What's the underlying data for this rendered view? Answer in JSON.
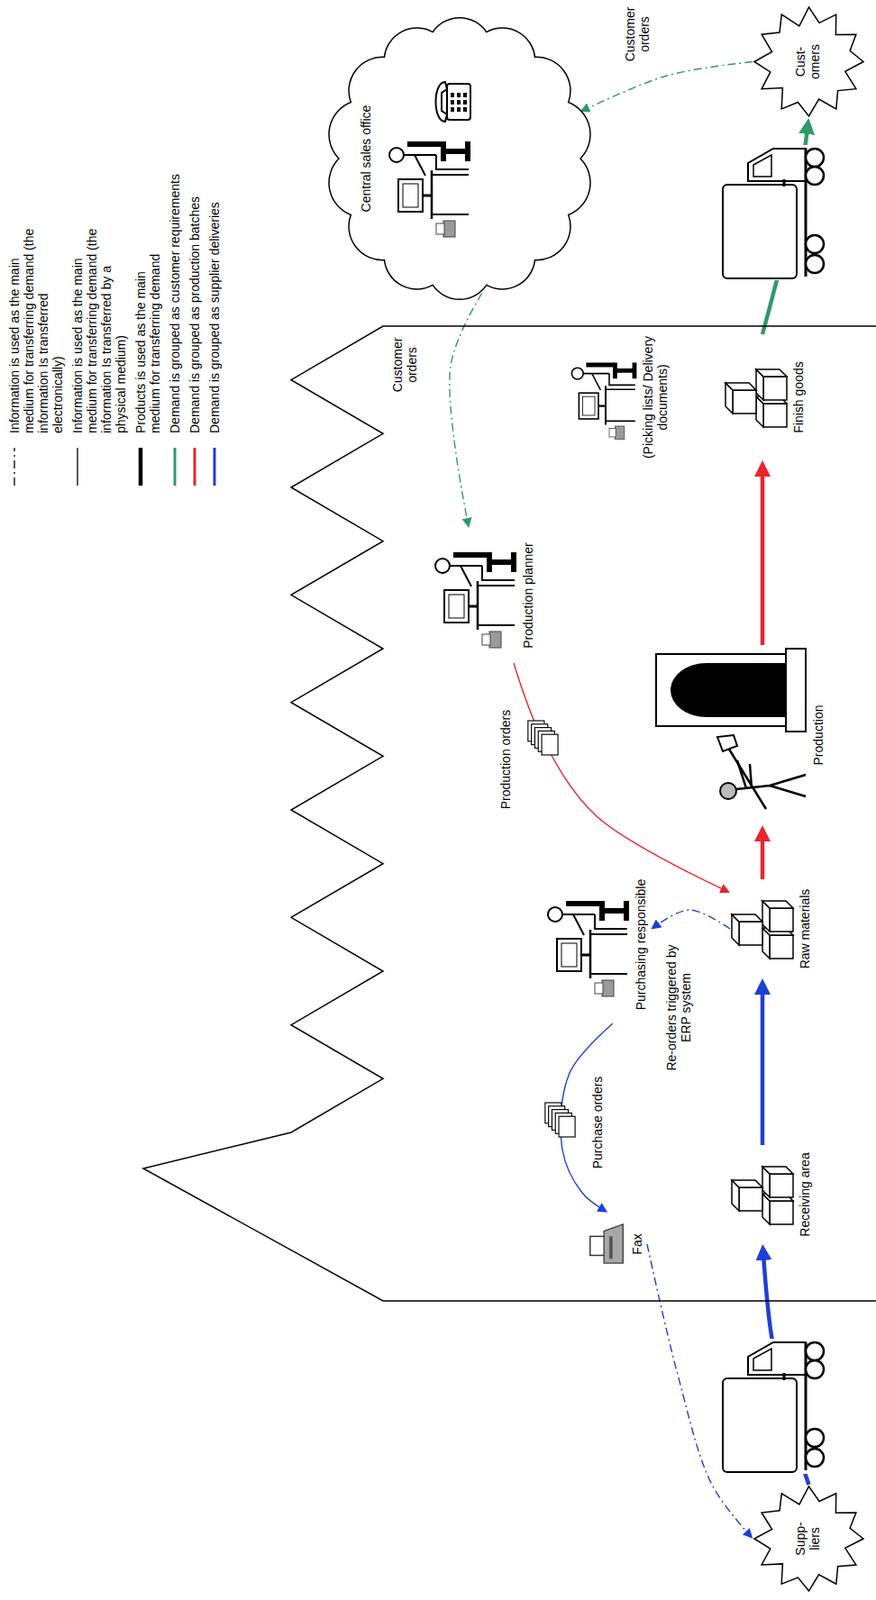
{
  "diagram": {
    "nodes": [
      {
        "text": [
          "Central sales office"
        ]
      },
      {
        "text": [
          "Cust- omers"
        ]
      },
      {
        "text": [
          "Production planner"
        ]
      },
      {
        "text": [
          "Purchasing responsible"
        ]
      },
      {
        "text": [
          "Fax"
        ]
      },
      {
        "text": [
          "Supp- liers"
        ]
      },
      {
        "text": [
          "Receiving area"
        ]
      },
      {
        "text": [
          "Raw materials"
        ]
      },
      {
        "text": [
          "Production"
        ]
      },
      {
        "text": [
          "(Picking lists/ Delivery documents)",
          "Finish goods"
        ]
      }
    ],
    "edges": [
      {
        "from": 1,
        "to": 0,
        "label": "Customer orders",
        "arrow": "to"
      },
      {
        "from": 0,
        "to": 2,
        "label": "Customer orders",
        "arrow": "to"
      },
      {
        "from": 2,
        "to": 7,
        "label": "Production orders",
        "arrow": "to"
      },
      {
        "from": 7,
        "to": 3,
        "label": "Re-orders triggered by ERP system",
        "arrow": "to"
      },
      {
        "from": 3,
        "to": 4,
        "label": "Purchase orders",
        "arrow": "to"
      },
      {
        "from": 4,
        "to": 5,
        "arrow": "to"
      },
      {
        "from": 5,
        "to": 6,
        "arrow": "to"
      },
      {
        "from": 6,
        "to": 7,
        "arrow": "to"
      },
      {
        "from": 7,
        "to": 8,
        "arrow": "to"
      },
      {
        "from": 8,
        "to": 9,
        "arrow": "to"
      },
      {
        "from": 9,
        "to": 1,
        "arrow": "to"
      }
    ],
    "legend": [
      {
        "text": "Information is used as the main medium for transferring demand (the information Is transferred electronically)"
      },
      {
        "text": "Information is used as the main medium for transferring demand (the information Is transferred by a physical medium)"
      },
      {
        "text": "Products is used as the main medium for transferring demand"
      },
      {
        "text": "Demand is grouped as customer requirements",
        "color": "#2f9a68"
      },
      {
        "text": "Demand is grouped as production batches",
        "color": "#e8262b"
      },
      {
        "text": "Demand is grouped as supplier deliveries",
        "color": "#1e3fd6"
      }
    ]
  }
}
